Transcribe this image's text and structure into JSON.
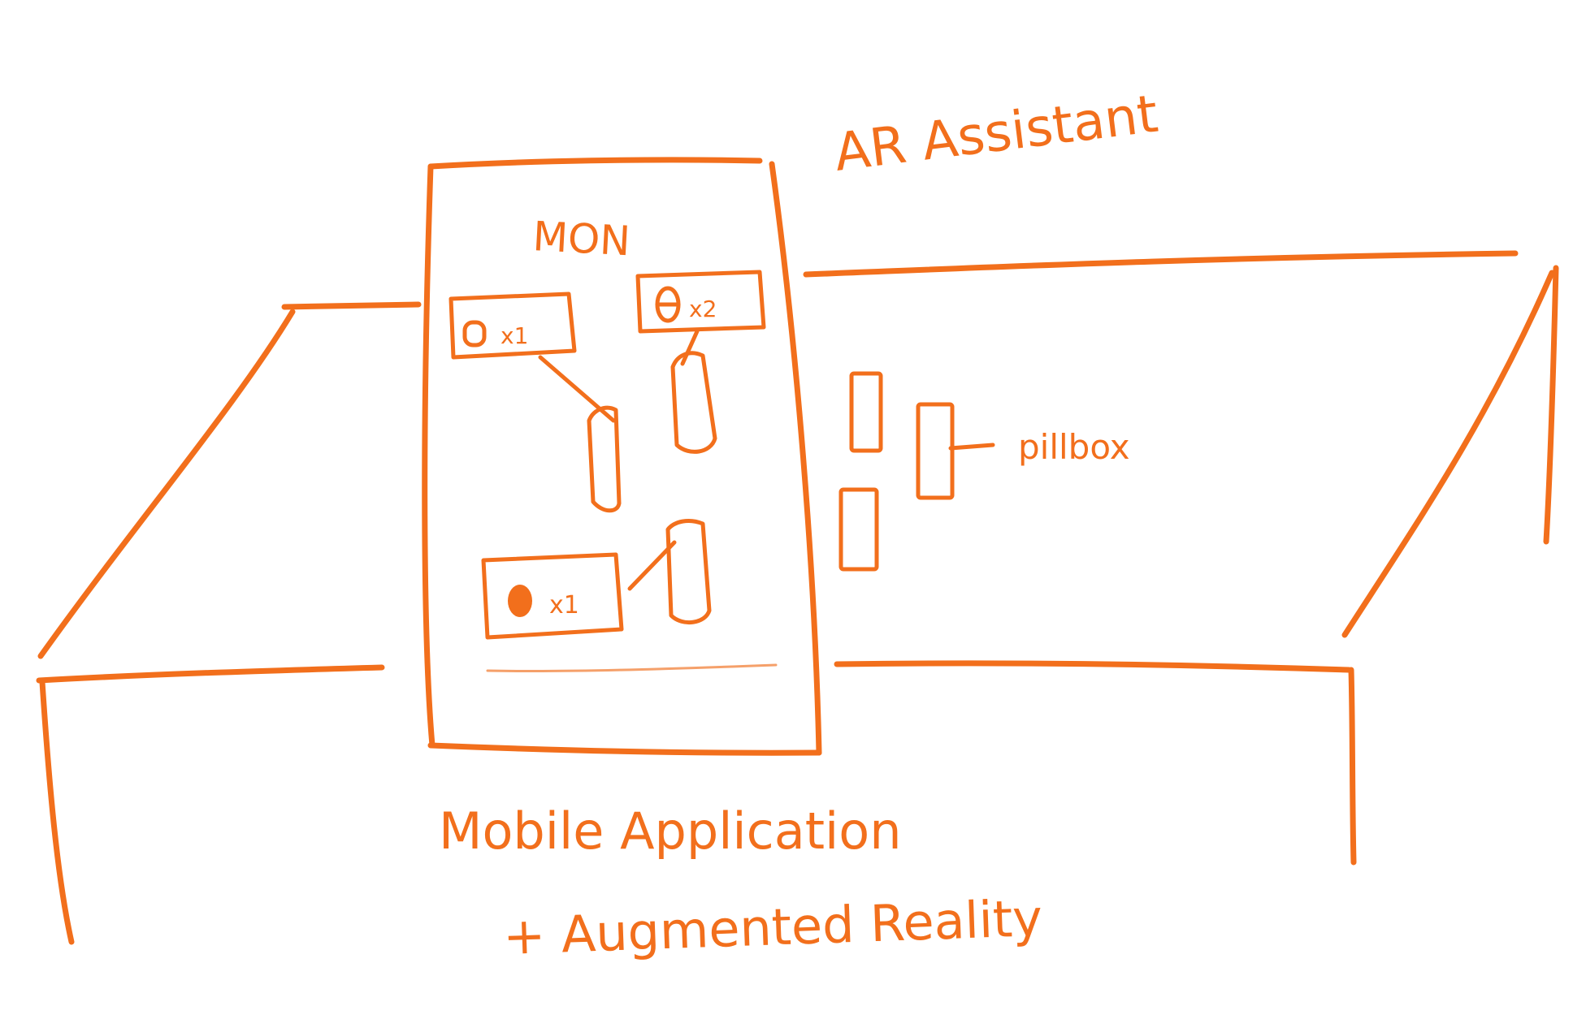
{
  "ink_color": "#f26f1c",
  "title": "AR Assistant",
  "phone": {
    "day_label": "MON",
    "tags": [
      {
        "icon": "hollow-pill-icon",
        "qty": "x1"
      },
      {
        "icon": "split-pill-icon",
        "qty": "x2"
      },
      {
        "icon": "filled-pill-icon",
        "qty": "x1"
      }
    ]
  },
  "pillbox_label": "pillbox",
  "caption_line1": "Mobile Application",
  "caption_line2": "+ Augmented Reality"
}
